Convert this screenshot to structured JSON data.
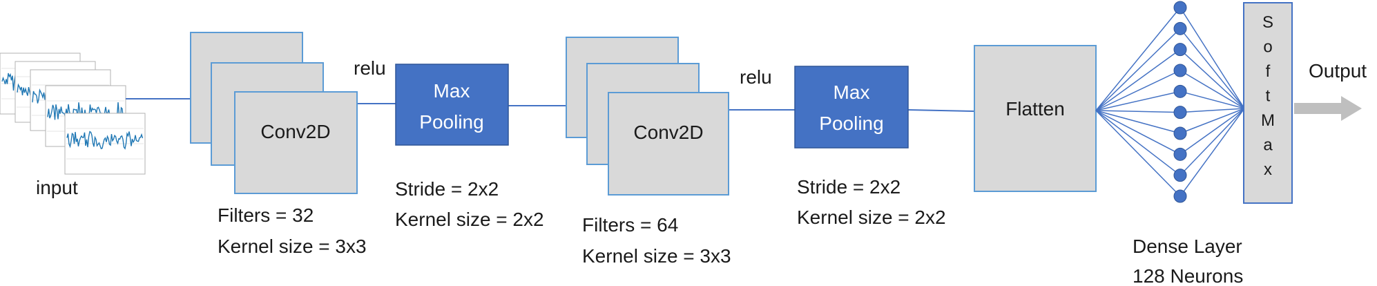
{
  "input": {
    "label": "input"
  },
  "conv1": {
    "label": "Conv2D",
    "filters": "Filters = 32",
    "kernel": "Kernel size = 3x3"
  },
  "relu1": "relu",
  "pool1": {
    "line1": "Max",
    "line2": "Pooling",
    "stride": "Stride = 2x2",
    "kernel": "Kernel size = 2x2"
  },
  "conv2": {
    "label": "Conv2D",
    "filters": "Filters = 64",
    "kernel": "Kernel size = 3x3"
  },
  "relu2": "relu",
  "pool2": {
    "line1": "Max",
    "line2": "Pooling",
    "stride": "Stride = 2x2",
    "kernel": "Kernel size = 2x2"
  },
  "flatten": {
    "label": "Flatten"
  },
  "dense": {
    "line1": "Dense Layer",
    "line2": "128 Neurons",
    "neurons_drawn": 10
  },
  "softmax": {
    "letters": [
      "S",
      "o",
      "f",
      "t",
      "M",
      "a",
      "x"
    ]
  },
  "output": {
    "label": "Output"
  },
  "colors": {
    "box_fill": "#d9d9d9",
    "box_stroke": "#5b9bd5",
    "pool_fill": "#4472c4",
    "neuron": "#4472c4",
    "arrow": "#bfbfbf",
    "signal": "#1f77b4"
  }
}
